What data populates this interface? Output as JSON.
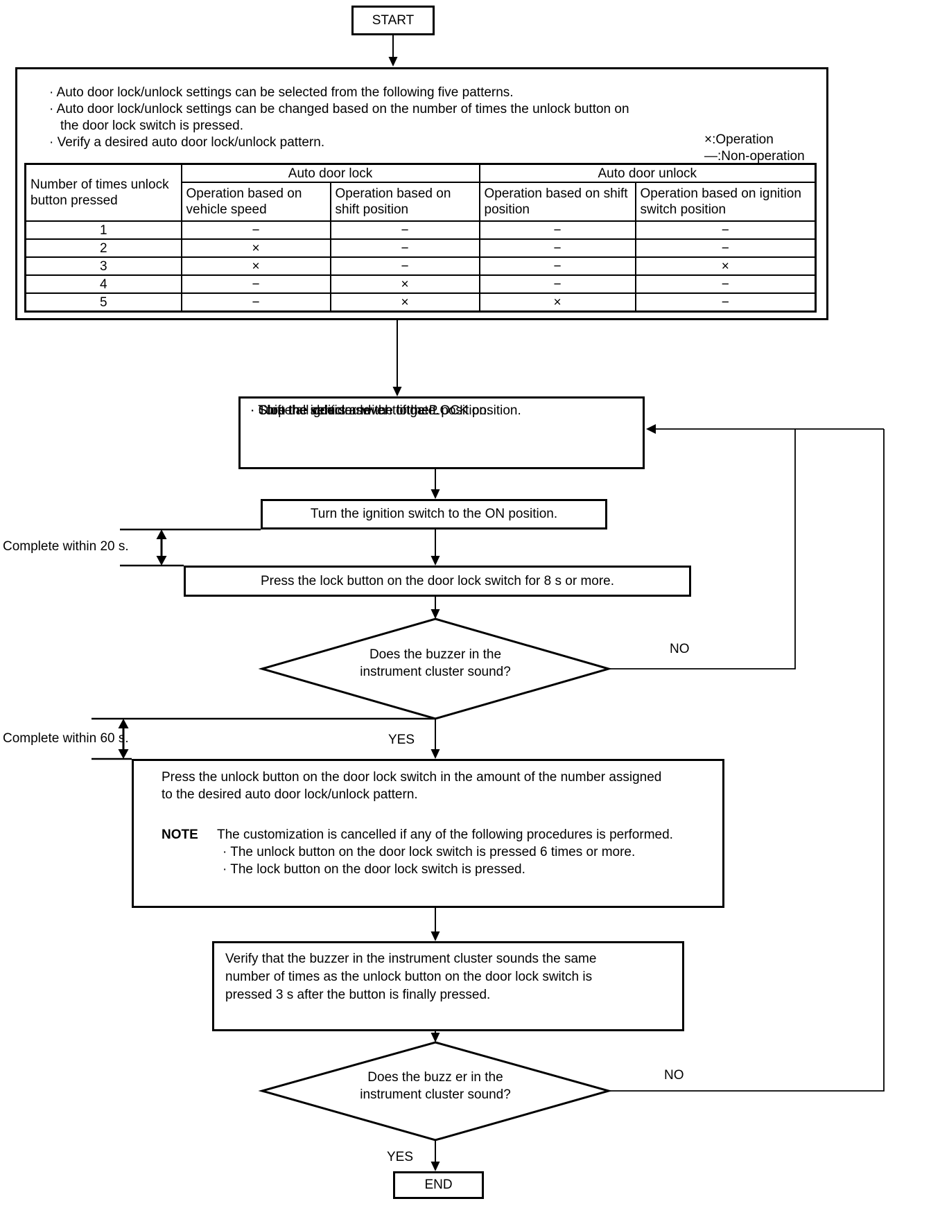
{
  "flowchart": {
    "start_label": "START",
    "end_label": "END",
    "intro": {
      "bullets": [
        "· Auto door lock/unlock settings can be selected from the following five patterns.",
        "· Auto door lock/unlock settings can be changed based on the number of times the unlock button on",
        "the door lock switch is pressed.",
        "· Verify a desired auto door lock/unlock pattern."
      ],
      "legend": {
        "operation": "×:Operation",
        "non_operation": "—:Non-operation"
      }
    },
    "table": {
      "row_header": "Number of times unlock button pressed",
      "groups": [
        "Auto door lock",
        "Auto door unlock"
      ],
      "columns": [
        "Operation based on vehicle speed",
        "Operation based on shift position",
        "Operation based on shift position",
        "Operation based on ignition switch position"
      ],
      "rows": [
        {
          "presses": "1",
          "cells": [
            "−",
            "−",
            "−",
            "−"
          ]
        },
        {
          "presses": "2",
          "cells": [
            "×",
            "−",
            "−",
            "−"
          ]
        },
        {
          "presses": "3",
          "cells": [
            "×",
            "−",
            "−",
            "×"
          ]
        },
        {
          "presses": "4",
          "cells": [
            "−",
            "×",
            "−",
            "−"
          ]
        },
        {
          "presses": "5",
          "cells": [
            "−",
            "×",
            "×",
            "−"
          ]
        }
      ]
    },
    "steps": {
      "prepare": [
        "· Stop the vehicle.",
        "· Shift the selector lever to the P position.",
        "· Close all doors and the liftgate.",
        "· Turn the ignition switch to the LOCK position."
      ],
      "ignition_on": "Turn the ignition switch to the ON position.",
      "press_lock": "Press the lock button on the door lock switch for 8 s or more.",
      "press_unlock": [
        "Press the unlock button on the door lock switch in the amount of the number assigned",
        "to the desired auto door lock/unlock pattern."
      ],
      "note": {
        "label": "NOTE",
        "text": "The customization is cancelled if any of the following procedures is performed.",
        "bullets": [
          "· The unlock button on the door lock switch is pressed 6 times or more.",
          "· The lock button on the door lock switch is pressed."
        ]
      },
      "verify": [
        "Verify that the buzzer in the instrument cluster sounds the same",
        "number of times as the unlock button on the door lock switch is",
        "pressed 3 s after the button is finally pressed."
      ]
    },
    "decisions": {
      "first": [
        "Does the buzzer in the",
        "instrument cluster sound?"
      ],
      "second": [
        "Does the buzz er in the",
        "instrument cluster sound?"
      ]
    },
    "labels": {
      "complete20": "Complete within 20 s.",
      "complete60": "Complete within 60 s.",
      "yes": "YES",
      "no": "NO"
    },
    "colors": {
      "line": "#000000",
      "background": "#ffffff"
    }
  }
}
